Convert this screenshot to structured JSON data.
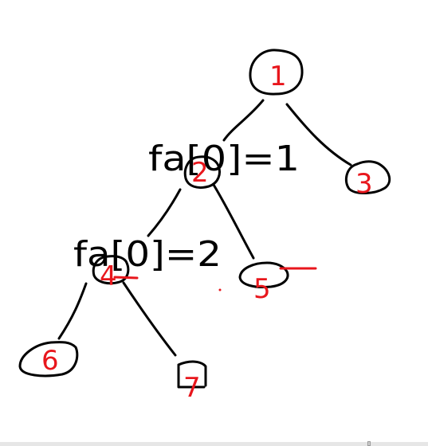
{
  "colors": {
    "ink": "#000000",
    "node_label": "#e8161c",
    "background": "#ffffff"
  },
  "nodes": [
    {
      "id": "1",
      "label": "1"
    },
    {
      "id": "2",
      "label": "2"
    },
    {
      "id": "3",
      "label": "3"
    },
    {
      "id": "4",
      "label": "4"
    },
    {
      "id": "5",
      "label": "5"
    },
    {
      "id": "6",
      "label": "6"
    },
    {
      "id": "7",
      "label": "7"
    }
  ],
  "edges": [
    {
      "from": "1",
      "to": "2"
    },
    {
      "from": "1",
      "to": "3"
    },
    {
      "from": "2",
      "to": "4"
    },
    {
      "from": "2",
      "to": "5"
    },
    {
      "from": "4",
      "to": "6"
    },
    {
      "from": "4",
      "to": "7"
    }
  ],
  "annotations": {
    "node2": "fa[0]=1",
    "node4": "fa[0]=2"
  }
}
